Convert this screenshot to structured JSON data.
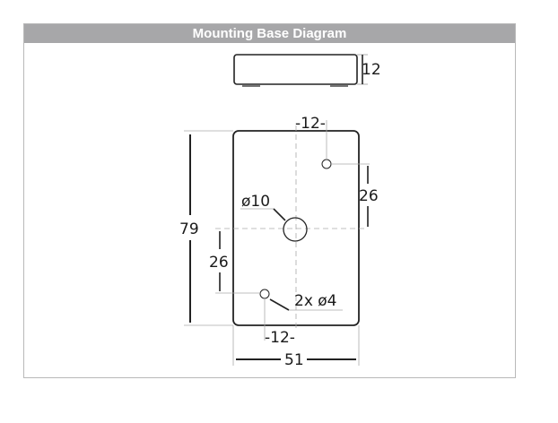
{
  "title": "Mounting Base Diagram",
  "side_view": {
    "height_label": "12"
  },
  "top_view": {
    "height_label": "79",
    "width_label": "51",
    "top_hole_offset_label": "-12-",
    "top_hole_vertical_label": "26",
    "bottom_hole_offset_label": "-12-",
    "bottom_hole_vertical_label": "26",
    "center_hole_label": "ø10",
    "small_holes_label": "2x ø4"
  }
}
